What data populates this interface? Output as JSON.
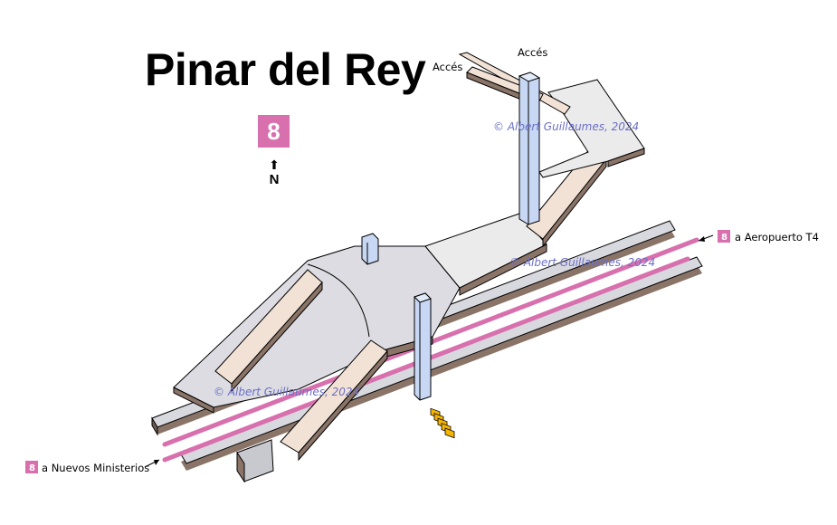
{
  "station": {
    "name": "Pinar del Rey",
    "line": "8",
    "north_label": "N"
  },
  "labels": {
    "access_1": "Accés",
    "access_2": "Accés"
  },
  "destinations": {
    "north_line": "8",
    "north_text": "a Aeropuerto T4",
    "south_line": "8",
    "south_text": "a Nuevos Ministerios"
  },
  "watermark": "© Albert Guillaumes, 2024",
  "colors": {
    "line_8": "#d870ae",
    "platform": "#d8d8df",
    "platform_edge": "#8a7468",
    "stair": "#f2e2d6",
    "lift": "#c8d8f4",
    "lift_edge": "#5a6a8a",
    "escalator": "#f4b400",
    "corridor": "#e9e9e9"
  }
}
